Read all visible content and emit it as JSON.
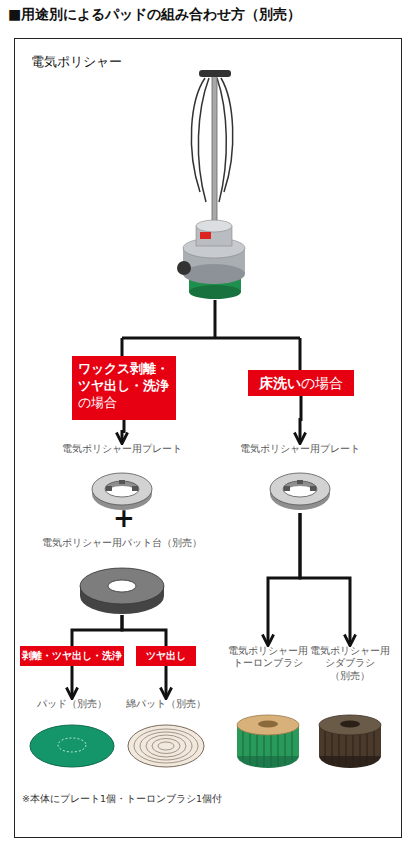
{
  "diagram": {
    "title": "■用途別によるパッドの組み合わせ方（別売）",
    "nodes": [
      {
        "text": [
          "電気ポリシャー"
        ]
      },
      {
        "text": [
          "ワックス剥離・ツヤ出し・洗浄",
          "の場合"
        ],
        "in": 0
      },
      {
        "text": [
          "床洗い",
          "の場合"
        ],
        "in": 0
      },
      {
        "text": [
          "電気ポリシャー用プレート"
        ],
        "in": 0
      },
      {
        "text": [
          "電気ポリシャー用パット台（別売）"
        ],
        "in": 0
      },
      {
        "text": [
          "剥離・ツヤ出し・洗浄"
        ],
        "in": 0
      },
      {
        "text": [
          "ツヤ出し"
        ],
        "in": 0
      },
      {
        "text": [
          "パッド（別売）"
        ],
        "in": 0
      },
      {
        "text": [
          "綿パット（別売）"
        ],
        "in": 0
      },
      {
        "text": [
          "電気ポリシャー用プレート"
        ],
        "in": 0
      },
      {
        "text": [
          "電気ポリシャー用 トーロンブラシ"
        ],
        "in": 0
      },
      {
        "text": [
          "電気ポリシャー用 シダブラシ（別売）"
        ],
        "in": 0
      }
    ],
    "edges": [
      {
        "from": 1,
        "to": 3,
        "arrow": "to"
      },
      {
        "from": 2,
        "to": 9,
        "arrow": "to"
      },
      {
        "from": 4,
        "to": 5,
        "arrow": "none"
      },
      {
        "from": 4,
        "to": 6,
        "arrow": "none"
      },
      {
        "from": 5,
        "to": 7,
        "arrow": "to"
      },
      {
        "from": 6,
        "to": 8,
        "arrow": "to"
      },
      {
        "from": 9,
        "to": 10,
        "arrow": "to"
      },
      {
        "from": 9,
        "to": 11,
        "arrow": "to"
      }
    ],
    "labels": [
      "+",
      "※本体にプレート1個・トーロンブラシ1個付"
    ]
  }
}
